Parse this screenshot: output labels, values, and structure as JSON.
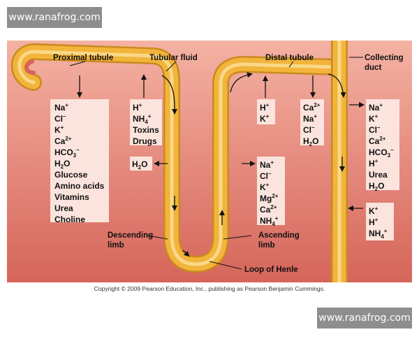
{
  "watermark_top": "www.ranafrog.com",
  "watermark_bottom": "www.ranafrog.com",
  "copyright": "Copyright © 2009 Pearson Education, Inc., publishing as Pearson Benjamin Cummings.",
  "labels": {
    "proximal_tubule": "Proximal tubule",
    "tubular_fluid": "Tubular fluid",
    "distal_tubule": "Distal tubule",
    "collecting_duct_1": "Collecting",
    "collecting_duct_2": "duct",
    "descending_limb_1": "Descending",
    "descending_limb_2": "limb",
    "ascending_limb_1": "Ascending",
    "ascending_limb_2": "limb",
    "loop_of_henle": "Loop of Henle"
  },
  "colors": {
    "background_top": "#f2a99a",
    "background_bottom": "#d86a5e",
    "tube": "#f2b43a",
    "tube_edge": "#c98a1e",
    "tube_highlight": "#f9d888",
    "box": "#fbe4dd"
  }
}
